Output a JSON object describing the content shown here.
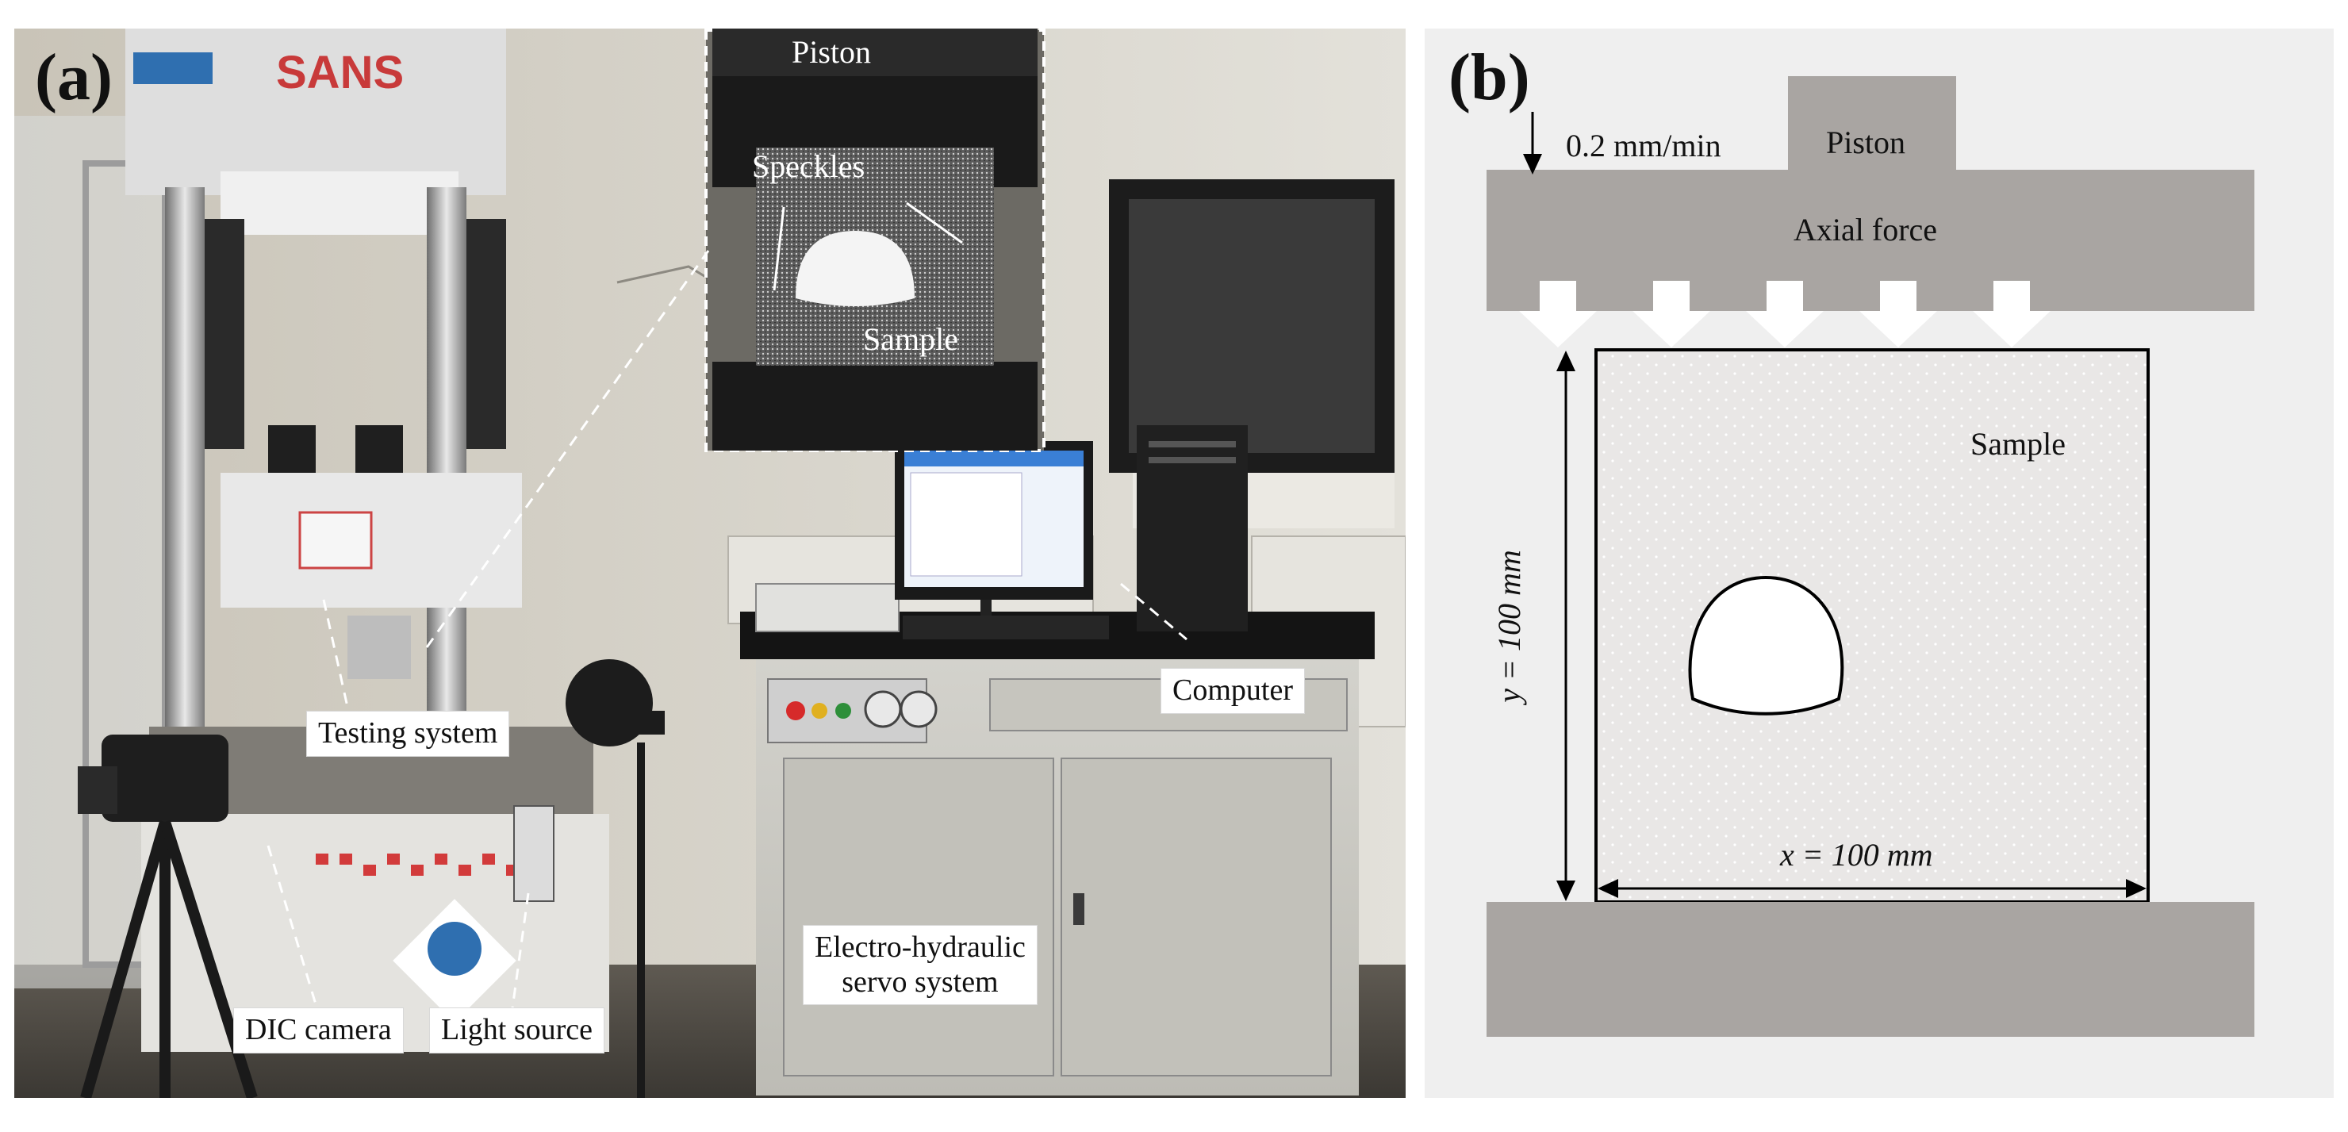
{
  "panel_a": {
    "letter": "(a)",
    "brand_text": "SANS",
    "labels": {
      "testing_system": "Testing system",
      "dic_camera": "DIC camera",
      "light_source": "Light source",
      "computer": "Computer",
      "servo_line1": "Electro-hydraulic",
      "servo_line2": "servo system"
    },
    "inset": {
      "piston": "Piston",
      "speckles": "Speckles",
      "sample": "Sample"
    }
  },
  "panel_b": {
    "letter": "(b)",
    "loading_rate": "0.2 mm/min",
    "piston": "Piston",
    "axial_force": "Axial force",
    "sample": "Sample",
    "y_dimension": "y = 100 mm",
    "x_dimension": "x = 100 mm"
  },
  "colors": {
    "plate_gray": "#a9a5a2",
    "sample_fill": "#e9e7e6",
    "panel_b_bg": "#efefef",
    "arrow_fill": "#ffffff"
  }
}
